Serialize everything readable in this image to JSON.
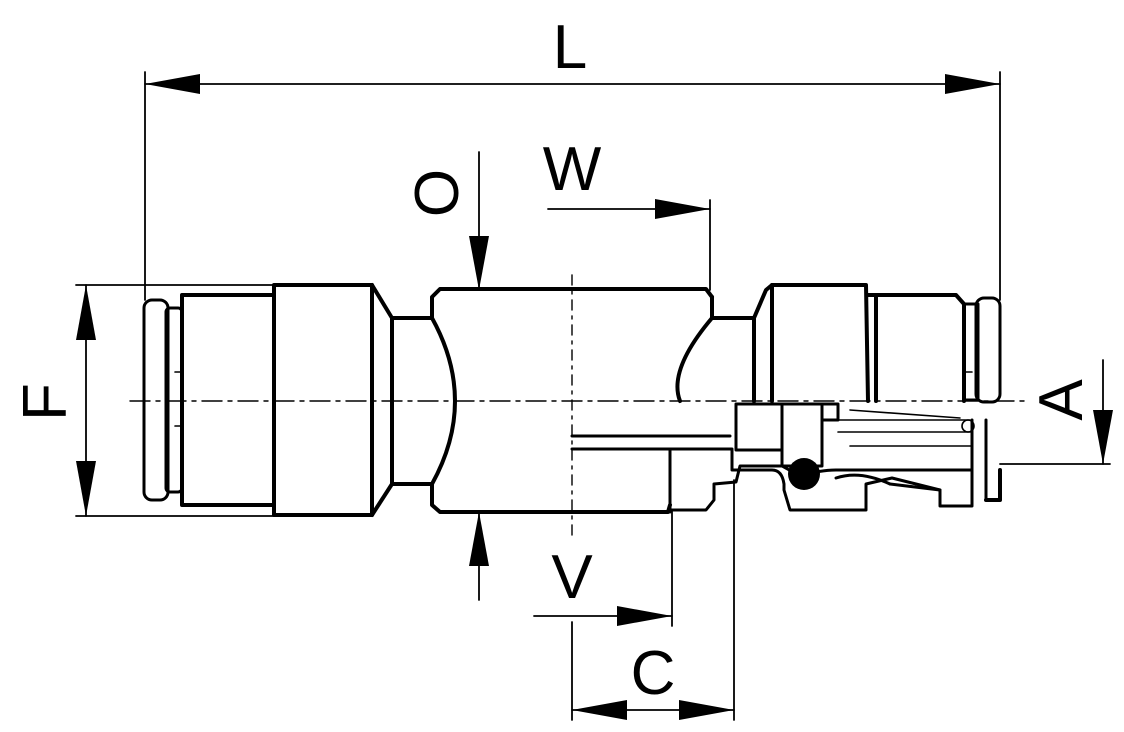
{
  "diagram": {
    "labels": {
      "L": "L",
      "W": "W",
      "O": "O",
      "F": "F",
      "A": "A",
      "V": "V",
      "C": "C"
    },
    "colors": {
      "line": "#000000",
      "background": "#ffffff"
    }
  }
}
